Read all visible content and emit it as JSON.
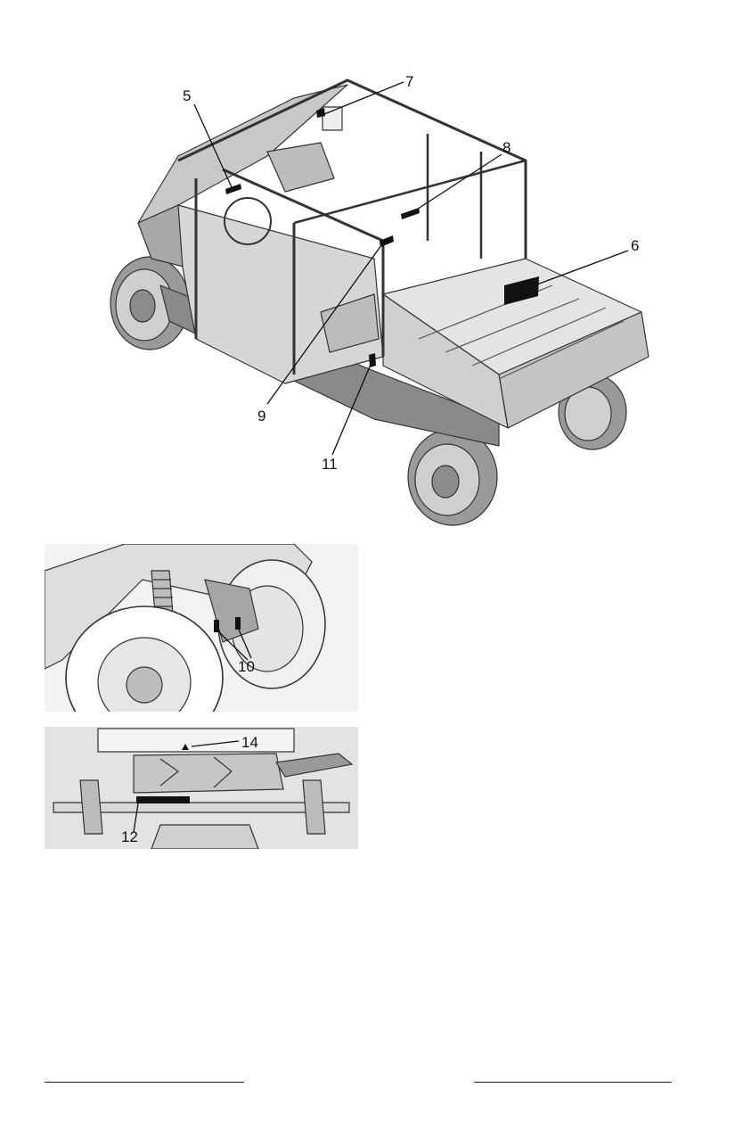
{
  "main_figure": {
    "callouts": [
      "5",
      "7",
      "8",
      "6",
      "9",
      "11"
    ]
  },
  "rear_wheel_figure": {
    "callouts": [
      "10"
    ]
  },
  "underbody_figure": {
    "callouts": [
      "14",
      "12"
    ]
  },
  "colors": {
    "line": "#222222",
    "body_fill": "#dcdcdc",
    "shadow_fill": "#9a9a9a",
    "label_black": "#111111",
    "panel_bg": "#e6e6e6"
  }
}
